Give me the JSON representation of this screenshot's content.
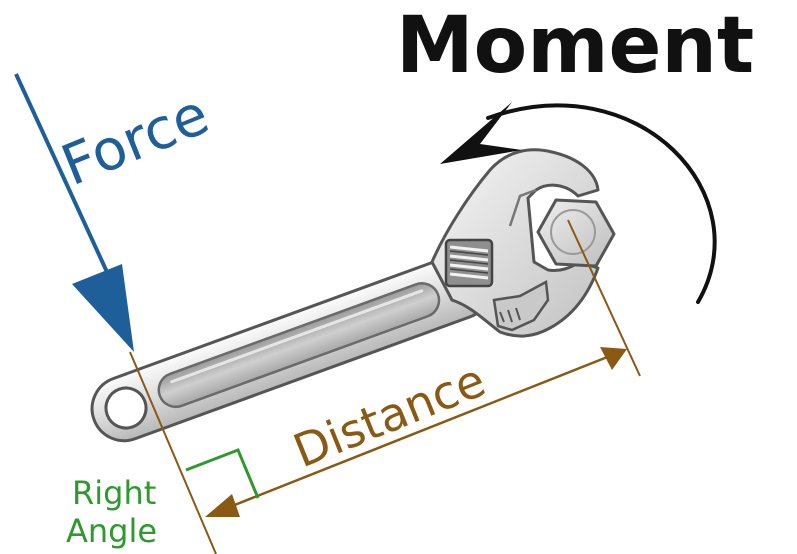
{
  "diagram": {
    "title": "Moment",
    "force_label": "Force",
    "distance_label": "Distance",
    "right_angle_label_line1": "Right",
    "right_angle_label_line2": "Angle"
  },
  "colors": {
    "title": "#111111",
    "force": "#1f5f99",
    "distance": "#8a5a14",
    "right_angle": "#2e9a2e",
    "moment_arrow": "#111111",
    "wrench_dark": "#5a5a5a",
    "wrench_light": "#e9e9e9",
    "wrench_mid": "#bdbdbd"
  }
}
